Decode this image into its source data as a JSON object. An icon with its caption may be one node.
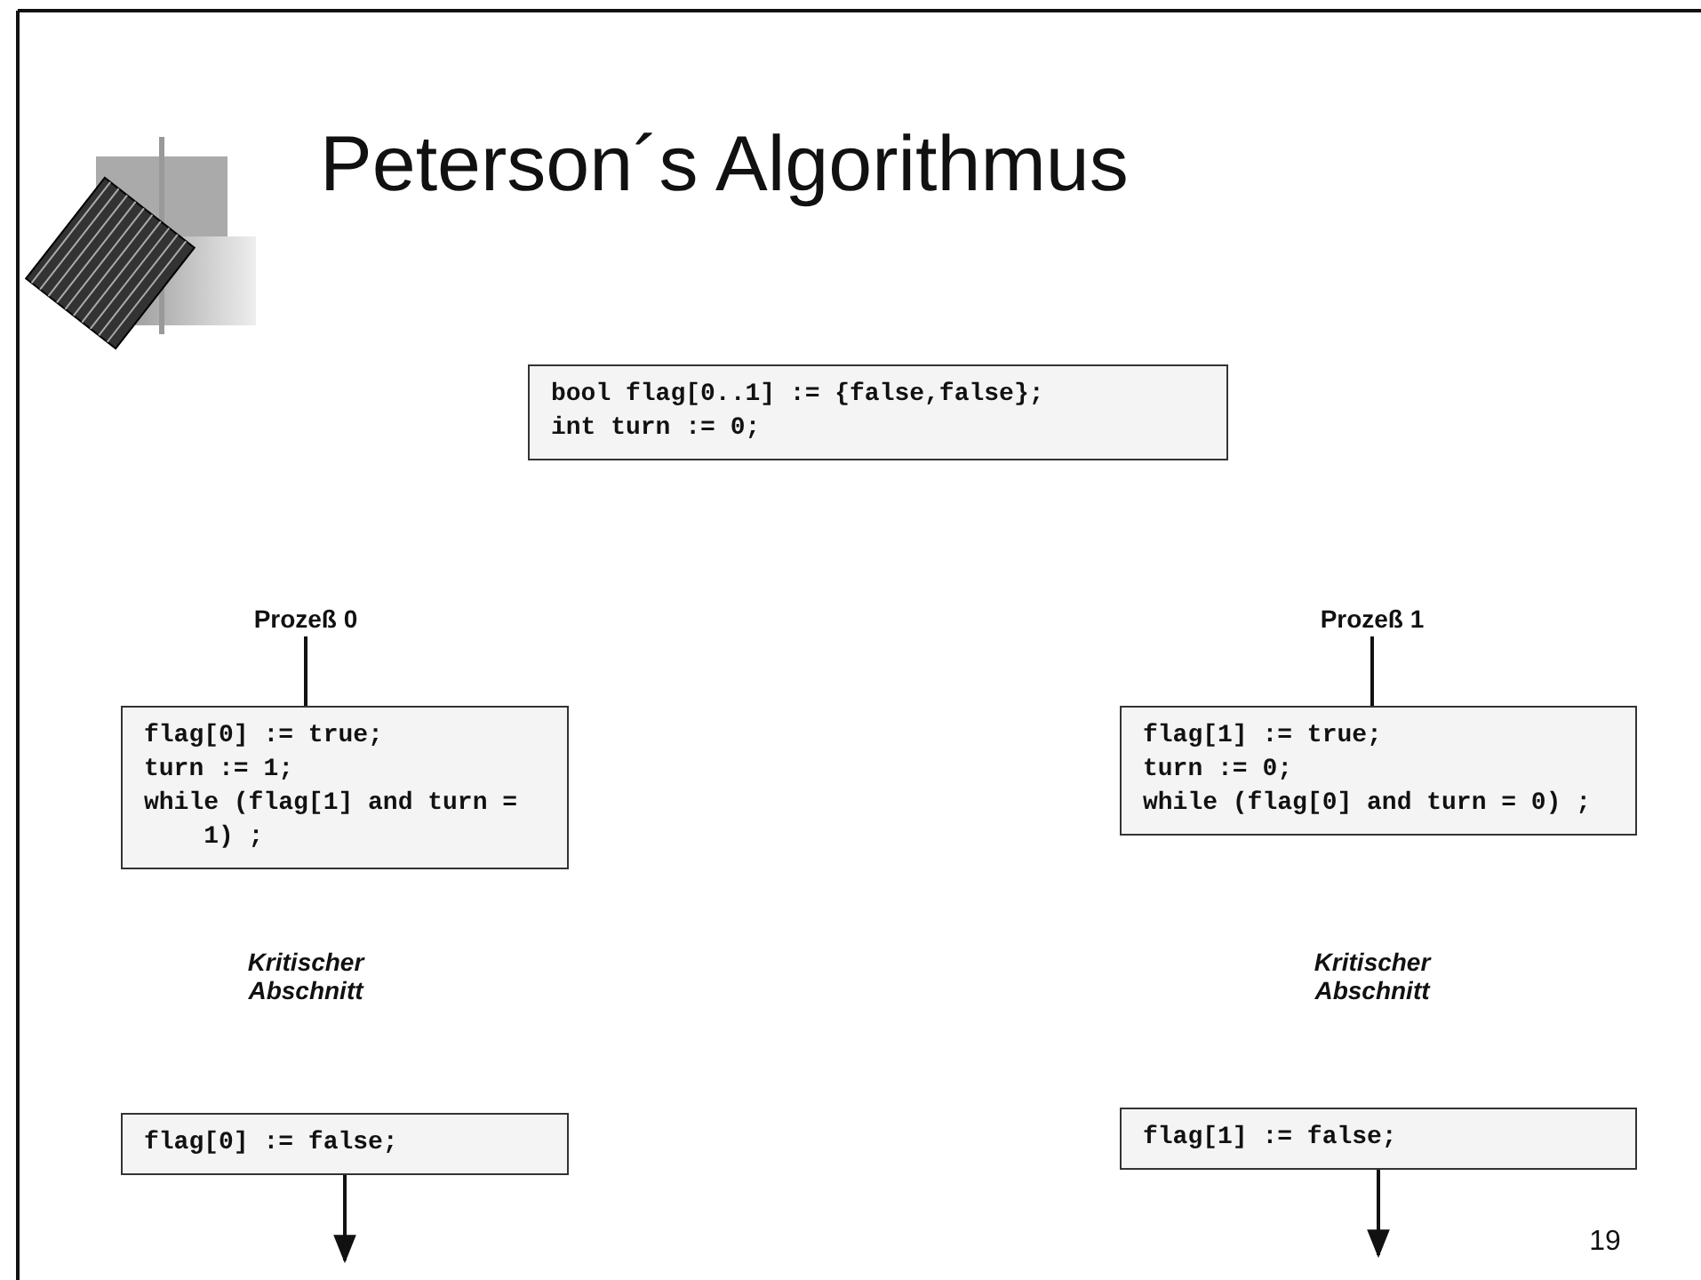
{
  "diagram": {
    "title": "Peterson´s Algorithmus",
    "nodes": [
      {
        "text": [
          "bool flag[0..1] := {false,false};",
          "int turn := 0;"
        ]
      },
      {
        "text": [
          "Prozeß 0"
        ]
      },
      {
        "text": [
          "flag[0] := true;",
          "turn := 1;",
          "while (flag[1] and turn = 1) ;"
        ]
      },
      {
        "text": [
          "flag[0] := false;"
        ]
      },
      {
        "text": [
          "Prozeß 1"
        ]
      },
      {
        "text": [
          "flag[1] := true;",
          "turn := 0;",
          "while (flag[0] and turn = 0) ;"
        ]
      },
      {
        "text": [
          "flag[1] := false;"
        ]
      }
    ],
    "edges": [
      {
        "from": 1,
        "to": 2,
        "arrow": "none"
      },
      {
        "from": 3,
        "to": null,
        "arrow": "to"
      },
      {
        "from": 4,
        "to": 5,
        "arrow": "none"
      },
      {
        "from": 6,
        "to": null,
        "arrow": "to"
      }
    ],
    "labels": [
      "Kritischer Abschnitt",
      "Kritischer Abschnitt",
      "19"
    ]
  }
}
